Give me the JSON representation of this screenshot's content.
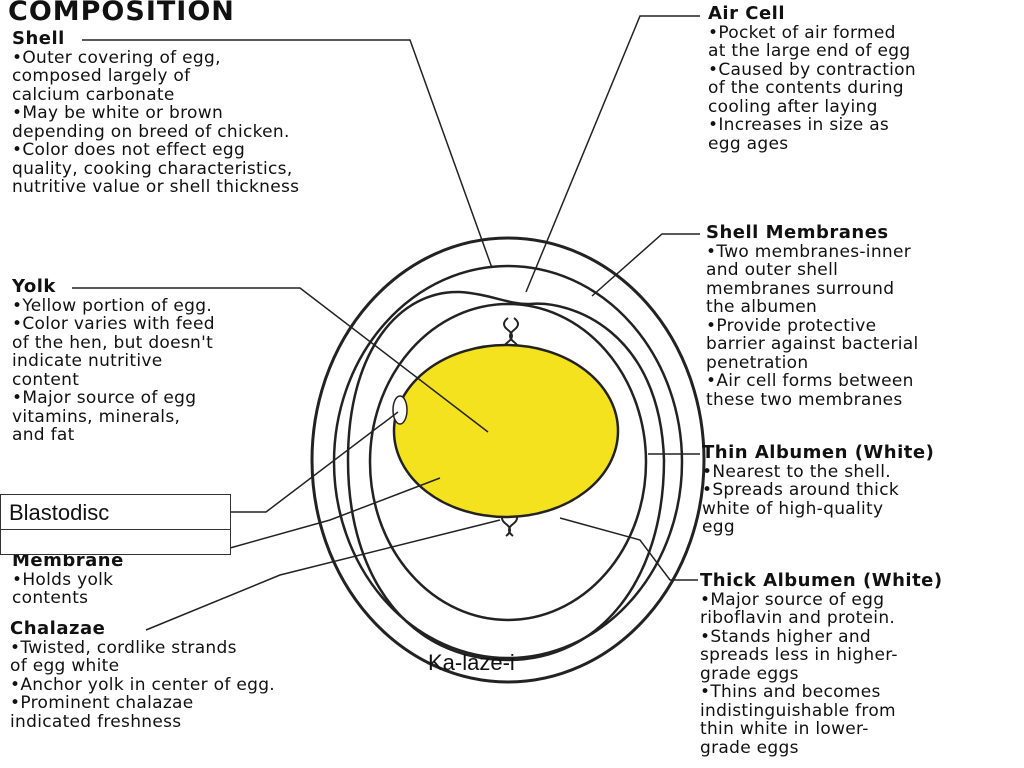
{
  "title": "COMPOSITION",
  "labels": {
    "shell": {
      "heading": "Shell",
      "bullets": [
        "Outer covering of egg,\ncomposed largely of\ncalcium carbonate",
        "May be white or brown\ndepending on breed of chicken.",
        "Color does not effect egg\nquality, cooking characteristics,\nnutritive value or shell thickness"
      ]
    },
    "yolk": {
      "heading": "Yolk",
      "bullets": [
        "Yellow portion of egg.",
        "Color varies with feed\nof the hen, but doesn't\nindicate nutritive\ncontent",
        "Major source of egg\nvitamins, minerals,\nand fat"
      ]
    },
    "membrane": {
      "heading": "Membrane",
      "bullets": [
        "Holds yolk\ncontents"
      ]
    },
    "chalazae": {
      "heading": "Chalazae",
      "bullets": [
        "Twisted, cordlike strands\nof egg white",
        "Anchor yolk in center of egg.",
        "Prominent chalazae\nindicated freshness"
      ]
    },
    "air_cell": {
      "heading": "Air Cell",
      "bullets": [
        "Pocket of air formed\nat the large end of egg",
        "Caused by contraction\nof the contents during\ncooling after laying",
        "Increases in size as\negg ages"
      ]
    },
    "shell_membranes": {
      "heading": "Shell Membranes",
      "bullets": [
        "Two membranes-inner\nand outer shell\nmembranes surround\nthe albumen",
        "Provide protective\nbarrier against bacterial\npenetration",
        "Air cell forms between\nthese two membranes"
      ]
    },
    "thin_albumen": {
      "heading": "Thin Albumen (White)",
      "bullets": [
        "Nearest to the shell.",
        "Spreads around thick\nwhite of high-quality\negg"
      ]
    },
    "thick_albumen": {
      "heading": "Thick Albumen (White)",
      "bullets": [
        "Major source of egg\nriboflavin and protein.",
        "Stands higher and\nspreads less in higher-\ngrade eggs",
        "Thins and becomes\nindistinguishable from\nthin white in lower-\ngrade eggs"
      ]
    }
  },
  "overlay": {
    "blastodisc_box": "Blastodisc",
    "empty_box": "",
    "pronunciation": "Ka-laze-i"
  },
  "colors": {
    "yolk": "#f5e21f",
    "line": "#222222"
  }
}
